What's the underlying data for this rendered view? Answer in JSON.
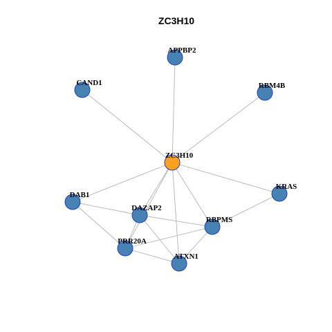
{
  "title": "ZC3H10",
  "colors": {
    "hub_fill": "#FFA01E",
    "node_fill": "#4682B4",
    "node_stroke": "#1F3FBF",
    "edge": "#B3B3B3"
  },
  "nodes": [
    {
      "id": "ZC3H10",
      "label": "ZC3H10",
      "hub": true
    },
    {
      "id": "APPBP2",
      "label": "APPBP2",
      "hub": false
    },
    {
      "id": "CAND1",
      "label": "CAND1",
      "hub": false
    },
    {
      "id": "RBM4B",
      "label": "RBM4B",
      "hub": false
    },
    {
      "id": "KRAS",
      "label": "KRAS",
      "hub": false
    },
    {
      "id": "DAB1",
      "label": "DAB1",
      "hub": false
    },
    {
      "id": "DAZAP2",
      "label": "DAZAP2",
      "hub": false
    },
    {
      "id": "RBPMS",
      "label": "RBPMS",
      "hub": false
    },
    {
      "id": "PRR20A",
      "label": "PRR20A",
      "hub": false
    },
    {
      "id": "ATXN1",
      "label": "ATXN1",
      "hub": false
    }
  ],
  "edges": [
    [
      "ZC3H10",
      "APPBP2"
    ],
    [
      "ZC3H10",
      "CAND1"
    ],
    [
      "ZC3H10",
      "RBM4B"
    ],
    [
      "ZC3H10",
      "KRAS"
    ],
    [
      "ZC3H10",
      "DAB1"
    ],
    [
      "ZC3H10",
      "DAZAP2"
    ],
    [
      "ZC3H10",
      "RBPMS"
    ],
    [
      "ZC3H10",
      "PRR20A"
    ],
    [
      "ZC3H10",
      "ATXN1"
    ],
    [
      "DAB1",
      "DAZAP2"
    ],
    [
      "DAB1",
      "PRR20A"
    ],
    [
      "DAZAP2",
      "RBPMS"
    ],
    [
      "DAZAP2",
      "PRR20A"
    ],
    [
      "DAZAP2",
      "ATXN1"
    ],
    [
      "RBPMS",
      "KRAS"
    ],
    [
      "RBPMS",
      "PRR20A"
    ],
    [
      "RBPMS",
      "ATXN1"
    ],
    [
      "PRR20A",
      "ATXN1"
    ]
  ]
}
